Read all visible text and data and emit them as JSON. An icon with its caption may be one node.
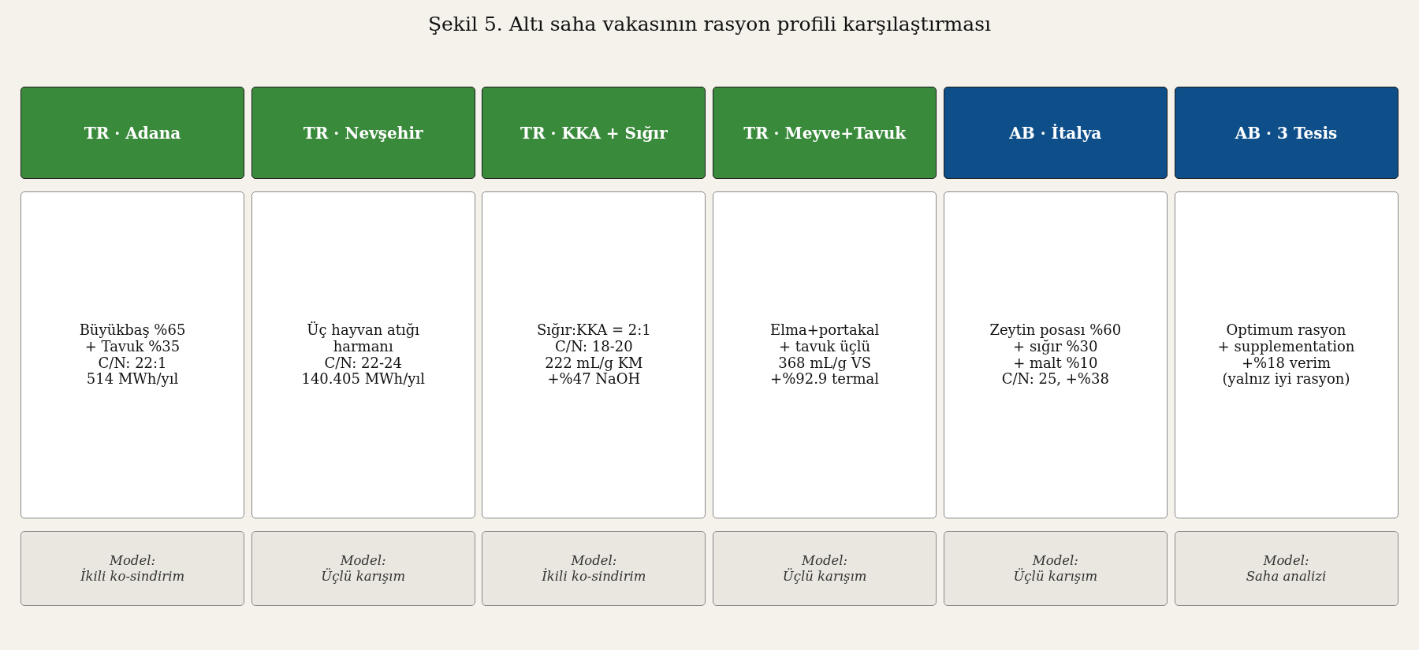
{
  "diagram": {
    "title": "Şekil 5. Altı saha vakasının rasyon profili karşılaştırması",
    "nodes": [
      {
        "text": [
          "TR · Adana"
        ]
      },
      {
        "text": [
          "TR · Nevşehir"
        ]
      },
      {
        "text": [
          "TR · KKA + Sığır"
        ]
      },
      {
        "text": [
          "TR · Meyve+Tavuk"
        ]
      },
      {
        "text": [
          "AB · İtalya"
        ]
      },
      {
        "text": [
          "AB · 3 Tesis"
        ]
      },
      {
        "text": [
          "Büyükbaş %65",
          "+ Tavuk %35",
          "C/N: 22:1",
          "514 MWh/yıl"
        ]
      },
      {
        "text": [
          "Üç hayvan atığı harmanı",
          "C/N: 22-24",
          "140.405 MWh/yıl"
        ]
      },
      {
        "text": [
          "Sığır:KKA = 2:1",
          "C/N: 18-20",
          "222 mL/g KM",
          "+%47 NaOH"
        ]
      },
      {
        "text": [
          "Elma+portakal",
          "+ tavuk üçlü",
          "368 mL/g VS",
          "+%92.9 termal"
        ]
      },
      {
        "text": [
          "Zeytin posası %60",
          "+ sığır %30",
          "+ malt %10",
          "C/N: 25, +%38"
        ]
      },
      {
        "text": [
          "Optimum rasyon",
          "+ supplementation",
          "+%18 verim",
          "(yalnız iyi rasyon)"
        ]
      },
      {
        "text": [
          "Model:",
          "İkili ko-sindirim"
        ]
      },
      {
        "text": [
          "Model:",
          "Üçlü karışım"
        ]
      },
      {
        "text": [
          "Model:",
          "İkili ko-sindirim"
        ]
      },
      {
        "text": [
          "Model:",
          "Üçlü karışım"
        ]
      },
      {
        "text": [
          "Model:",
          "Üçlü karışım"
        ]
      },
      {
        "text": [
          "Model:",
          "Saha analizi"
        ]
      }
    ]
  }
}
